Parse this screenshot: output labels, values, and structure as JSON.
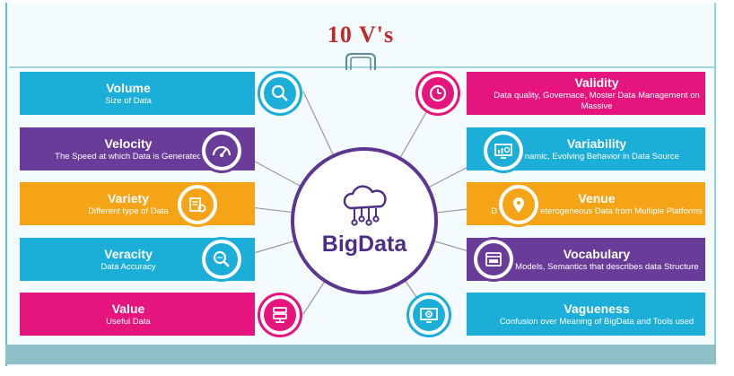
{
  "title": "10 V's",
  "hub": {
    "label": "BigData"
  },
  "left": [
    {
      "title": "Volume",
      "subtitle": "Size of Data",
      "color": "#1aaed8",
      "icon": "magnifier-icon"
    },
    {
      "title": "Velocity",
      "subtitle": "The Speed at which Data is Generated",
      "color": "#6a3c99",
      "icon": "speedometer-icon"
    },
    {
      "title": "Variety",
      "subtitle": "Different type of Data",
      "color": "#f5a418",
      "icon": "documents-icon"
    },
    {
      "title": "Veracity",
      "subtitle": "Data Accuracy",
      "color": "#1aaed8",
      "icon": "search-icon"
    },
    {
      "title": "Value",
      "subtitle": "Useful Data",
      "color": "#e6157e",
      "icon": "server-icon"
    }
  ],
  "right": [
    {
      "title": "Validity",
      "subtitle": "Data quality, Governace, Moster Data Management on Massive",
      "color": "#e6157e",
      "icon": "clock-icon"
    },
    {
      "title": "Variability",
      "subtitle": "Dynamic, Evolving Behavior in Data Source",
      "color": "#1aaed8",
      "icon": "monitor-icon"
    },
    {
      "title": "Venue",
      "subtitle": "Distributed Heterogeneous Data from Multiple Platforms",
      "color": "#f5a418",
      "icon": "location-pin-icon"
    },
    {
      "title": "Vocabulary",
      "subtitle": "Data Models, Semantics that describes data Structure",
      "color": "#6a3c99",
      "icon": "browser-icon"
    },
    {
      "title": "Vagueness",
      "subtitle": "Confusion over Meaning of BigData and Tools used",
      "color": "#1aaed8",
      "icon": "settings-screen-icon"
    }
  ]
}
